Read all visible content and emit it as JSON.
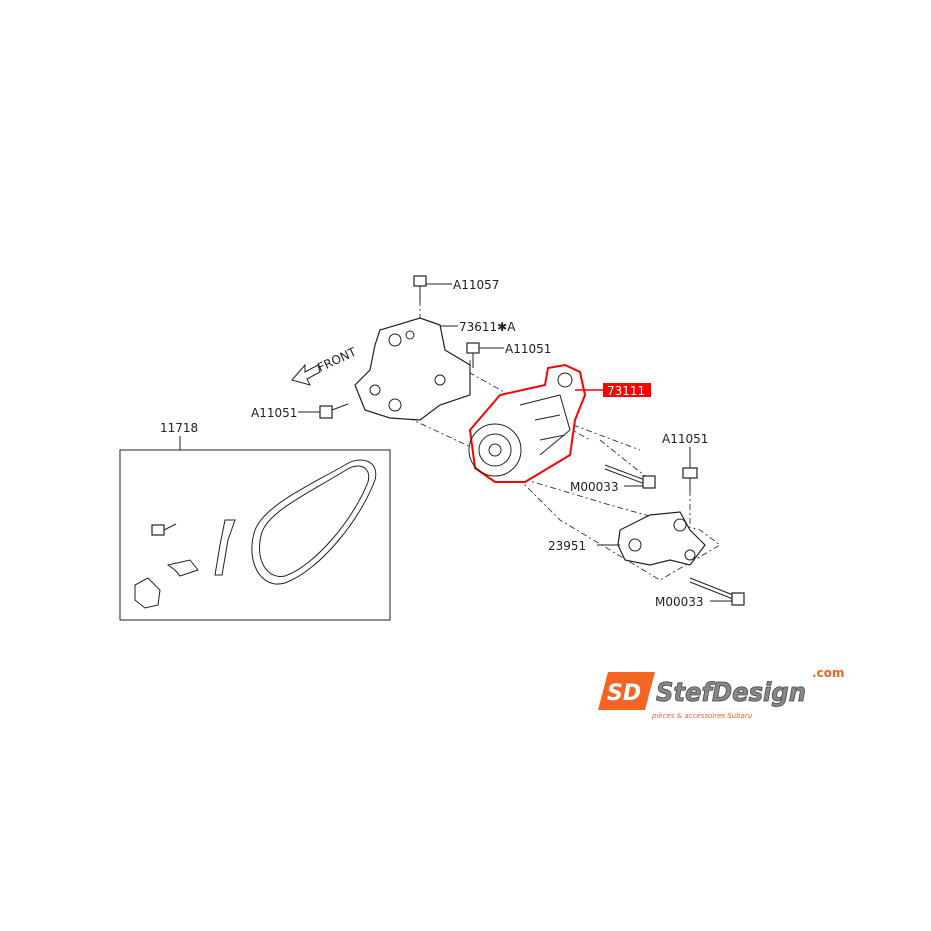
{
  "labels": {
    "bolt_top": "A11057",
    "bracket_upper": "73611✱A",
    "bolt_bracket_right": "A11051",
    "bolt_bracket_left": "A11051",
    "front": "FRONT",
    "compressor": "73111",
    "belt_kit": "11718",
    "bolt_lower_right": "A11051",
    "bolt_long_upper": "M00033",
    "bracket_lower": "23951",
    "bolt_long_lower": "M00033"
  },
  "highlight": {
    "part": "73111",
    "color": "#ff0000"
  },
  "logo": {
    "brand": "StefDesign",
    "tld": ".com",
    "tagline": "pièces & accessoires Subaru",
    "accent": "#f26522",
    "monogram": "SD"
  }
}
